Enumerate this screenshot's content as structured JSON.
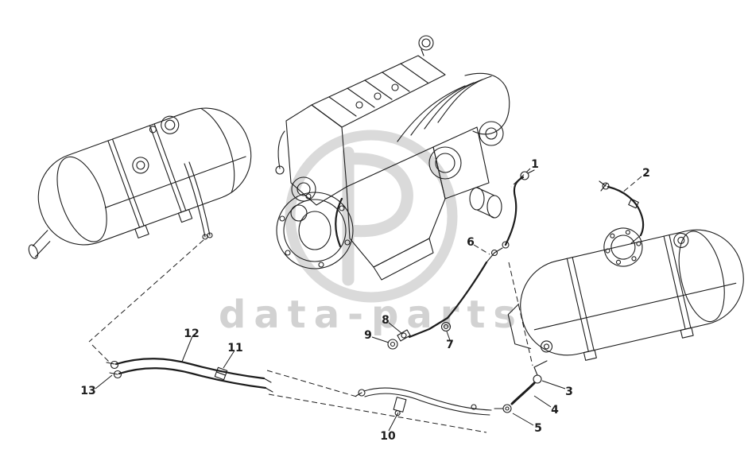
{
  "colors": {
    "ink": "#1c1c1c",
    "watermark": "#dadada",
    "background": "#ffffff"
  },
  "watermark": {
    "text": "data-parts",
    "logo": "p-circle-logo"
  },
  "callouts": [
    {
      "label": "1"
    },
    {
      "label": "2"
    },
    {
      "label": "3"
    },
    {
      "label": "4"
    },
    {
      "label": "5"
    },
    {
      "label": "6"
    },
    {
      "label": "7"
    },
    {
      "label": "8"
    },
    {
      "label": "9"
    },
    {
      "label": "10"
    },
    {
      "label": "11"
    },
    {
      "label": "12"
    },
    {
      "label": "13"
    }
  ]
}
